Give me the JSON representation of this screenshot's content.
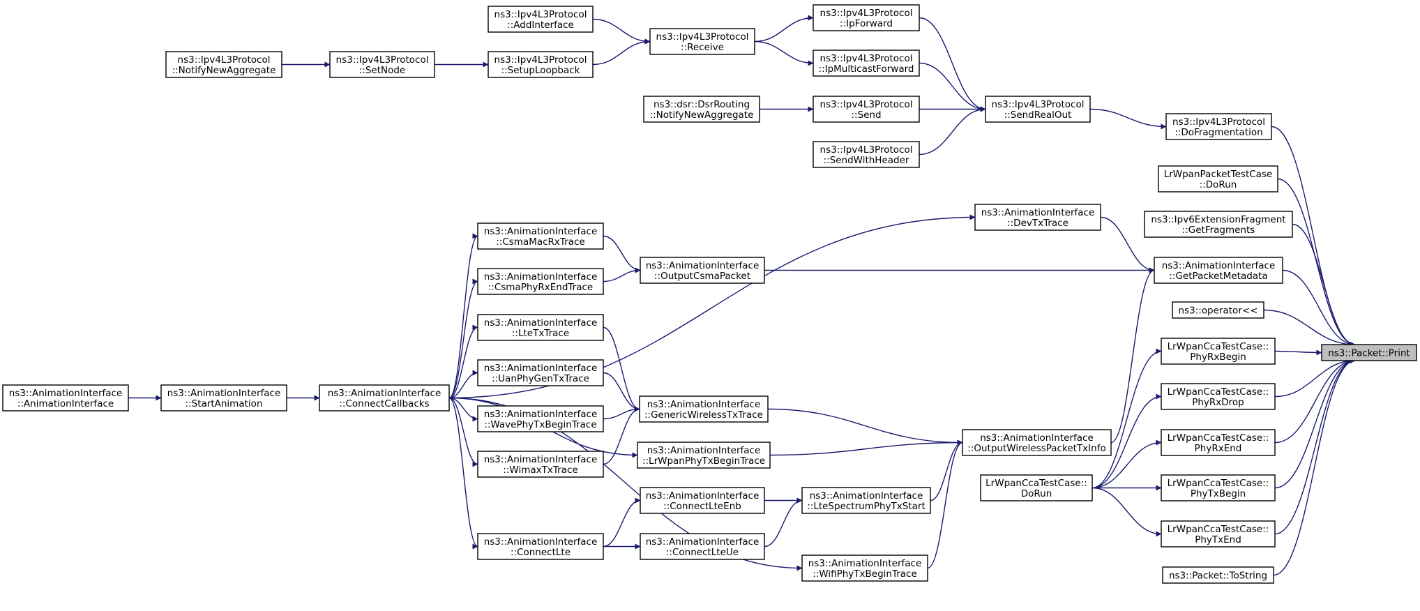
{
  "graph": {
    "title": "",
    "nodes": [
      {
        "id": "print",
        "lines": [
          "ns3::Packet::Print"
        ],
        "root": true
      },
      {
        "id": "doFrag",
        "lines": [
          "ns3::Ipv4L3Protocol",
          "::DoFragmentation"
        ]
      },
      {
        "id": "sendRealOut",
        "lines": [
          "ns3::Ipv4L3Protocol",
          "::SendRealOut"
        ]
      },
      {
        "id": "ipForward",
        "lines": [
          "ns3::Ipv4L3Protocol",
          "::IpForward"
        ]
      },
      {
        "id": "ipMcast",
        "lines": [
          "ns3::Ipv4L3Protocol",
          "::IpMulticastForward"
        ]
      },
      {
        "id": "send",
        "lines": [
          "ns3::Ipv4L3Protocol",
          "::Send"
        ]
      },
      {
        "id": "sendWithHeader",
        "lines": [
          "ns3::Ipv4L3Protocol",
          "::SendWithHeader"
        ]
      },
      {
        "id": "receive",
        "lines": [
          "ns3::Ipv4L3Protocol",
          "::Receive"
        ]
      },
      {
        "id": "addInterface",
        "lines": [
          "ns3::Ipv4L3Protocol",
          "::AddInterface"
        ]
      },
      {
        "id": "setupLoopback",
        "lines": [
          "ns3::Ipv4L3Protocol",
          "::SetupLoopback"
        ]
      },
      {
        "id": "setNode",
        "lines": [
          "ns3::Ipv4L3Protocol",
          "::SetNode"
        ]
      },
      {
        "id": "notifyNewAgg",
        "lines": [
          "ns3::Ipv4L3Protocol",
          "::NotifyNewAggregate"
        ]
      },
      {
        "id": "dsrNotify",
        "lines": [
          "ns3::dsr::DsrRouting",
          "::NotifyNewAggregate"
        ]
      },
      {
        "id": "lrPktDoRun",
        "lines": [
          "LrWpanPacketTestCase",
          "::DoRun"
        ]
      },
      {
        "id": "getFragments",
        "lines": [
          "ns3::Ipv6ExtensionFragment",
          "::GetFragments"
        ]
      },
      {
        "id": "getPktMeta",
        "lines": [
          "ns3::AnimationInterface",
          "::GetPacketMetadata"
        ]
      },
      {
        "id": "devTxTrace",
        "lines": [
          "ns3::AnimationInterface",
          "::DevTxTrace"
        ]
      },
      {
        "id": "outCsma",
        "lines": [
          "ns3::AnimationInterface",
          "::OutputCsmaPacket"
        ]
      },
      {
        "id": "csmaMacRx",
        "lines": [
          "ns3::AnimationInterface",
          "::CsmaMacRxTrace"
        ]
      },
      {
        "id": "csmaPhyRxEnd",
        "lines": [
          "ns3::AnimationInterface",
          "::CsmaPhyRxEndTrace"
        ]
      },
      {
        "id": "opLt",
        "lines": [
          "ns3::operator<<"
        ]
      },
      {
        "id": "phyRxBegin",
        "lines": [
          "LrWpanCcaTestCase::",
          "PhyRxBegin"
        ]
      },
      {
        "id": "phyRxDrop",
        "lines": [
          "LrWpanCcaTestCase::",
          "PhyRxDrop"
        ]
      },
      {
        "id": "phyRxEnd",
        "lines": [
          "LrWpanCcaTestCase::",
          "PhyRxEnd"
        ]
      },
      {
        "id": "phyTxBegin",
        "lines": [
          "LrWpanCcaTestCase::",
          "PhyTxBegin"
        ]
      },
      {
        "id": "phyTxEnd",
        "lines": [
          "LrWpanCcaTestCase::",
          "PhyTxEnd"
        ]
      },
      {
        "id": "toString",
        "lines": [
          "ns3::Packet::ToString"
        ]
      },
      {
        "id": "ccaDoRun",
        "lines": [
          "LrWpanCcaTestCase::",
          "DoRun"
        ]
      },
      {
        "id": "outWireless",
        "lines": [
          "ns3::AnimationInterface",
          "::OutputWirelessPacketTxInfo"
        ]
      },
      {
        "id": "genWireless",
        "lines": [
          "ns3::AnimationInterface",
          "::GenericWirelessTxTrace"
        ]
      },
      {
        "id": "lrPhyTx",
        "lines": [
          "ns3::AnimationInterface",
          "::LrWpanPhyTxBeginTrace"
        ]
      },
      {
        "id": "lteSpec",
        "lines": [
          "ns3::AnimationInterface",
          "::LteSpectrumPhyTxStart"
        ]
      },
      {
        "id": "wifiPhyTx",
        "lines": [
          "ns3::AnimationInterface",
          "::WifiPhyTxBeginTrace"
        ]
      },
      {
        "id": "lteTx",
        "lines": [
          "ns3::AnimationInterface",
          "::LteTxTrace"
        ]
      },
      {
        "id": "uanPhy",
        "lines": [
          "ns3::AnimationInterface",
          "::UanPhyGenTxTrace"
        ]
      },
      {
        "id": "wavePhy",
        "lines": [
          "ns3::AnimationInterface",
          "::WavePhyTxBeginTrace"
        ]
      },
      {
        "id": "wimax",
        "lines": [
          "ns3::AnimationInterface",
          "::WimaxTxTrace"
        ]
      },
      {
        "id": "connLteEnb",
        "lines": [
          "ns3::AnimationInterface",
          "::ConnectLteEnb"
        ]
      },
      {
        "id": "connLteUe",
        "lines": [
          "ns3::AnimationInterface",
          "::ConnectLteUe"
        ]
      },
      {
        "id": "connLte",
        "lines": [
          "ns3::AnimationInterface",
          "::ConnectLte"
        ]
      },
      {
        "id": "connCb",
        "lines": [
          "ns3::AnimationInterface",
          "::ConnectCallbacks"
        ]
      },
      {
        "id": "startAnim",
        "lines": [
          "ns3::AnimationInterface",
          "::StartAnimation"
        ]
      },
      {
        "id": "animIface",
        "lines": [
          "ns3::AnimationInterface",
          "::AnimationInterface"
        ]
      }
    ],
    "edges": [
      {
        "from": "doFrag",
        "to": "print"
      },
      {
        "from": "lrPktDoRun",
        "to": "print"
      },
      {
        "from": "getFragments",
        "to": "print"
      },
      {
        "from": "getPktMeta",
        "to": "print"
      },
      {
        "from": "opLt",
        "to": "print"
      },
      {
        "from": "phyRxBegin",
        "to": "print"
      },
      {
        "from": "phyRxDrop",
        "to": "print"
      },
      {
        "from": "phyRxEnd",
        "to": "print"
      },
      {
        "from": "phyTxBegin",
        "to": "print"
      },
      {
        "from": "phyTxEnd",
        "to": "print"
      },
      {
        "from": "toString",
        "to": "print"
      },
      {
        "from": "sendRealOut",
        "to": "doFrag"
      },
      {
        "from": "ipForward",
        "to": "sendRealOut"
      },
      {
        "from": "ipMcast",
        "to": "sendRealOut"
      },
      {
        "from": "send",
        "to": "sendRealOut"
      },
      {
        "from": "sendWithHeader",
        "to": "sendRealOut"
      },
      {
        "from": "receive",
        "to": "ipForward"
      },
      {
        "from": "receive",
        "to": "ipMcast"
      },
      {
        "from": "addInterface",
        "to": "receive"
      },
      {
        "from": "setupLoopback",
        "to": "receive"
      },
      {
        "from": "setNode",
        "to": "setupLoopback"
      },
      {
        "from": "notifyNewAgg",
        "to": "setNode"
      },
      {
        "from": "dsrNotify",
        "to": "send"
      },
      {
        "from": "devTxTrace",
        "to": "getPktMeta"
      },
      {
        "from": "outCsma",
        "to": "getPktMeta"
      },
      {
        "from": "outWireless",
        "to": "getPktMeta"
      },
      {
        "from": "connCb",
        "to": "devTxTrace"
      },
      {
        "from": "csmaMacRx",
        "to": "outCsma"
      },
      {
        "from": "csmaPhyRxEnd",
        "to": "outCsma"
      },
      {
        "from": "connCb",
        "to": "csmaMacRx"
      },
      {
        "from": "connCb",
        "to": "csmaPhyRxEnd"
      },
      {
        "from": "ccaDoRun",
        "to": "phyRxBegin"
      },
      {
        "from": "ccaDoRun",
        "to": "phyRxDrop"
      },
      {
        "from": "ccaDoRun",
        "to": "phyRxEnd"
      },
      {
        "from": "ccaDoRun",
        "to": "phyTxBegin"
      },
      {
        "from": "ccaDoRun",
        "to": "phyTxEnd"
      },
      {
        "from": "genWireless",
        "to": "outWireless"
      },
      {
        "from": "lrPhyTx",
        "to": "outWireless"
      },
      {
        "from": "lteSpec",
        "to": "outWireless"
      },
      {
        "from": "wifiPhyTx",
        "to": "outWireless"
      },
      {
        "from": "lteTx",
        "to": "genWireless"
      },
      {
        "from": "uanPhy",
        "to": "genWireless"
      },
      {
        "from": "wavePhy",
        "to": "genWireless"
      },
      {
        "from": "wimax",
        "to": "genWireless"
      },
      {
        "from": "connCb",
        "to": "lteTx"
      },
      {
        "from": "connCb",
        "to": "uanPhy"
      },
      {
        "from": "connCb",
        "to": "wavePhy"
      },
      {
        "from": "connCb",
        "to": "wimax"
      },
      {
        "from": "connCb",
        "to": "lrPhyTx"
      },
      {
        "from": "connLteEnb",
        "to": "lteSpec"
      },
      {
        "from": "connLteUe",
        "to": "lteSpec"
      },
      {
        "from": "connLte",
        "to": "connLteEnb"
      },
      {
        "from": "connLte",
        "to": "connLteUe"
      },
      {
        "from": "connCb",
        "to": "connLte"
      },
      {
        "from": "connCb",
        "to": "wifiPhyTx"
      },
      {
        "from": "startAnim",
        "to": "connCb"
      },
      {
        "from": "animIface",
        "to": "startAnim"
      }
    ]
  }
}
